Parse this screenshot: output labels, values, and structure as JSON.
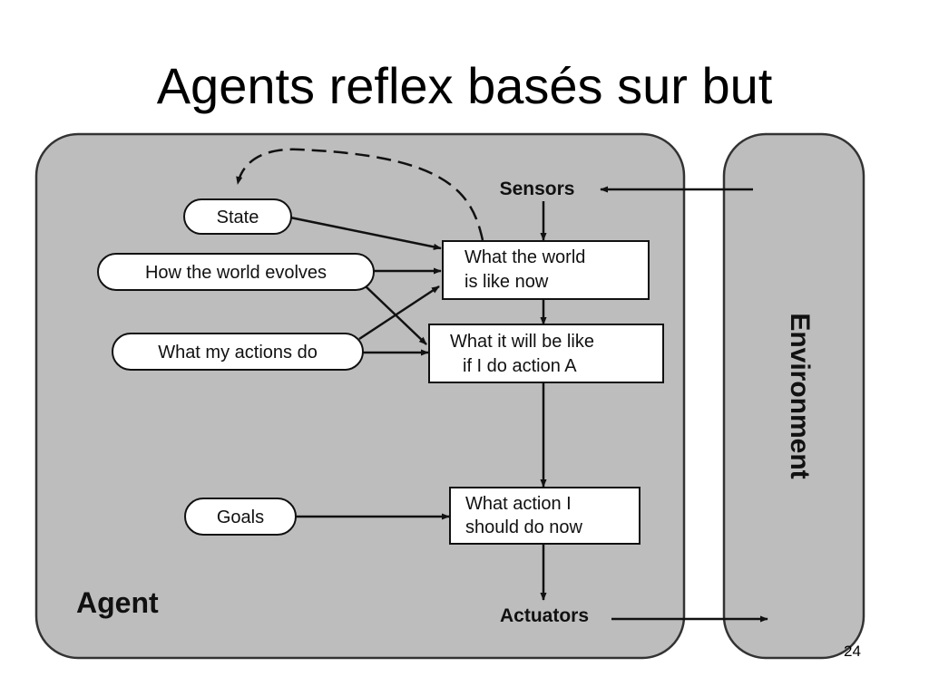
{
  "slide": {
    "title": "Agents reflex basés sur but",
    "page_number": "24"
  },
  "diagram": {
    "agent_label": "Agent",
    "environment_label": "Environment",
    "sensors_label": "Sensors",
    "actuators_label": "Actuators",
    "ovals": {
      "state": "State",
      "world_evolves": "How the world evolves",
      "actions_do": "What my actions do",
      "goals": "Goals"
    },
    "boxes": {
      "world_now": [
        "What the world",
        "is like now"
      ],
      "will_be": [
        "What it will be like",
        "if I do action A"
      ],
      "action": [
        "What action I",
        "should do now"
      ]
    },
    "colors": {
      "panel_fill": "#bdbdbd",
      "panel_stroke": "#333333",
      "box_fill": "#ffffff",
      "line": "#111111"
    }
  }
}
